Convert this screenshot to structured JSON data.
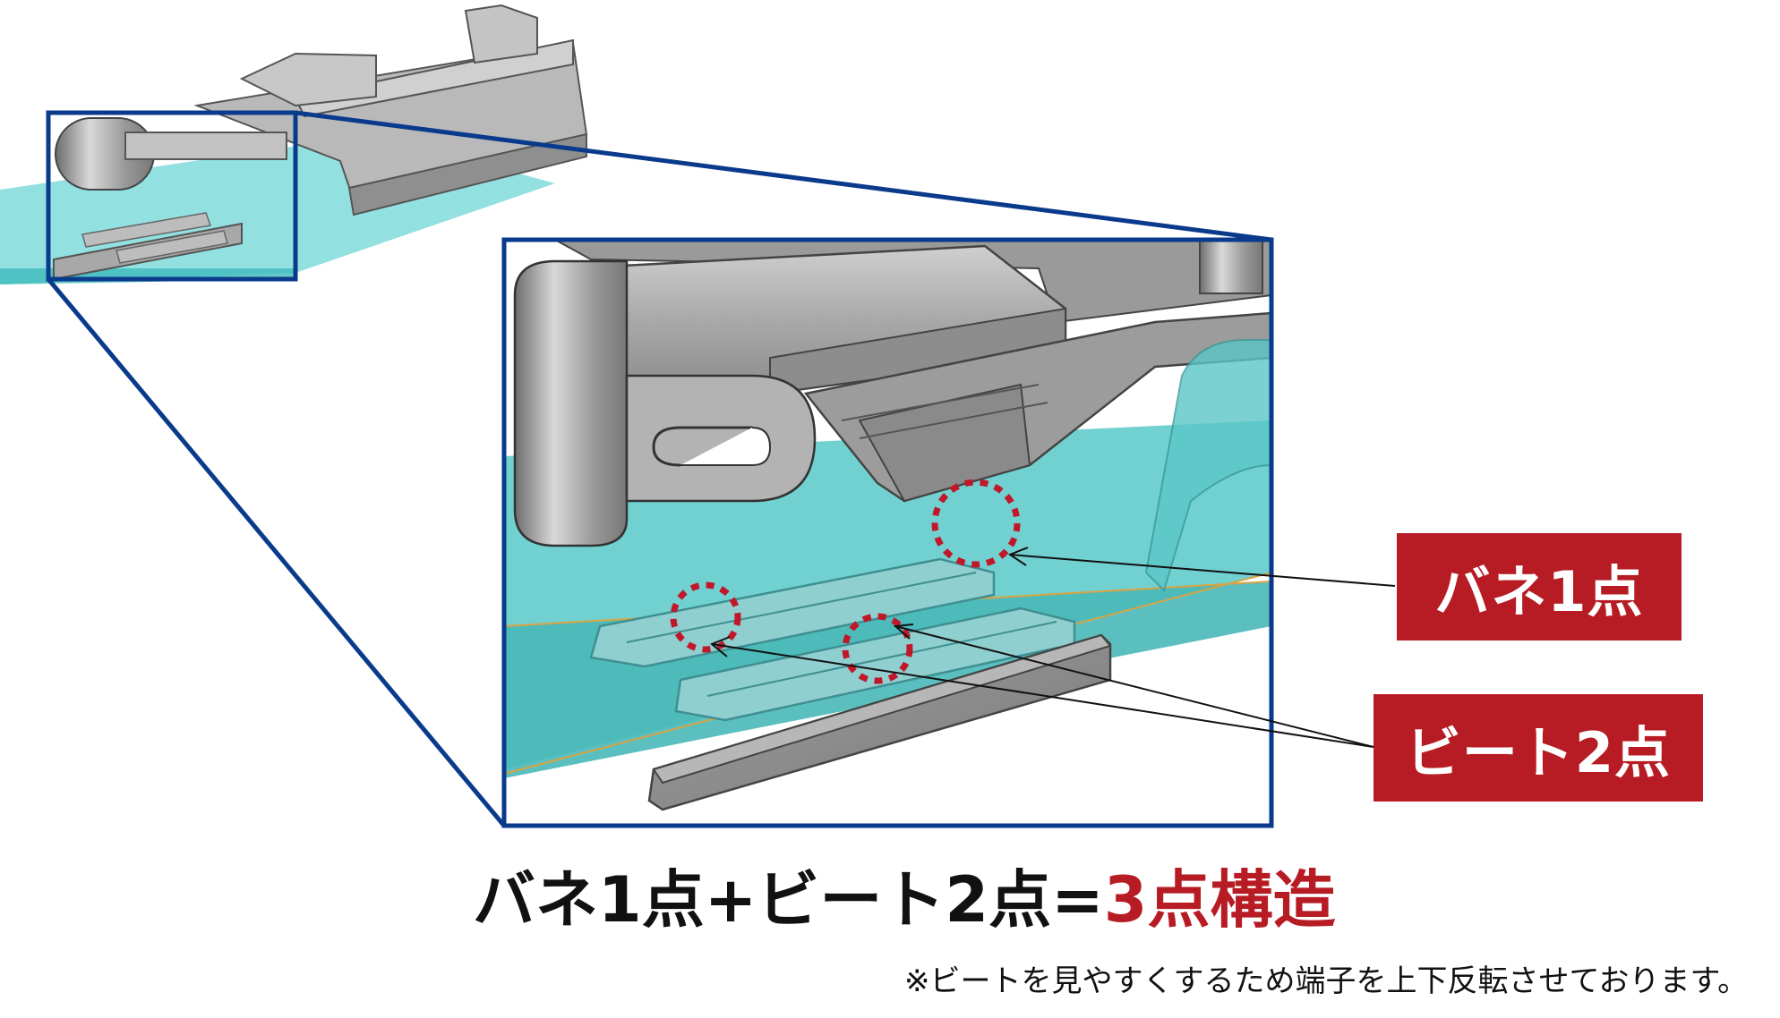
{
  "labels": {
    "spring": "バネ1点",
    "bead": "ビート2点"
  },
  "equation": {
    "part1": "バネ1点",
    "plus": "+",
    "part2": "ビート2点",
    "equals": "=",
    "result": "3点構造"
  },
  "footnote": "※ビートを見やすくするため端子を上下反転させております。",
  "colors": {
    "frame": "#0a3a8c",
    "label_bg": "#b71c24",
    "result_text": "#b71c24",
    "cyan_plate": "#5fd0d0",
    "metal": "#a8a8a8",
    "contact_marker": "#c0182a"
  }
}
